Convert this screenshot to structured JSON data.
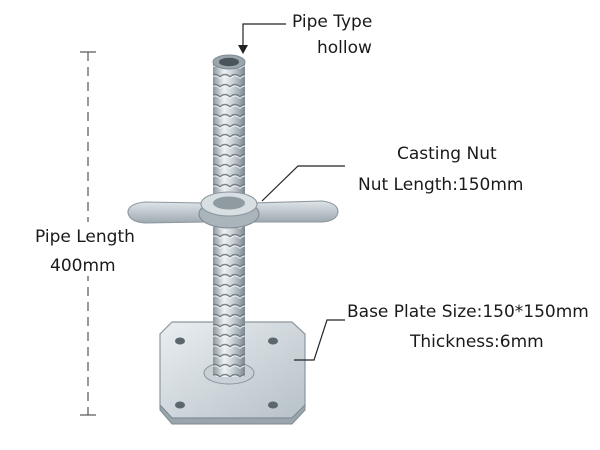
{
  "annotations": {
    "pipe_type": {
      "title": "Pipe Type",
      "value": "hollow"
    },
    "casting_nut": {
      "title": "Casting Nut",
      "value": "Nut Length:150mm"
    },
    "pipe_length": {
      "title": "Pipe Length",
      "value": "400mm"
    },
    "base_plate": {
      "title": "Base Plate Size:150*150mm",
      "value": "Thickness:6mm"
    }
  },
  "colors": {
    "metal_light": "#e6ecf0",
    "metal_mid": "#b9c3ca",
    "metal_dark": "#7f8b93",
    "leader_line": "#222222",
    "dimension_line": "#555555"
  }
}
